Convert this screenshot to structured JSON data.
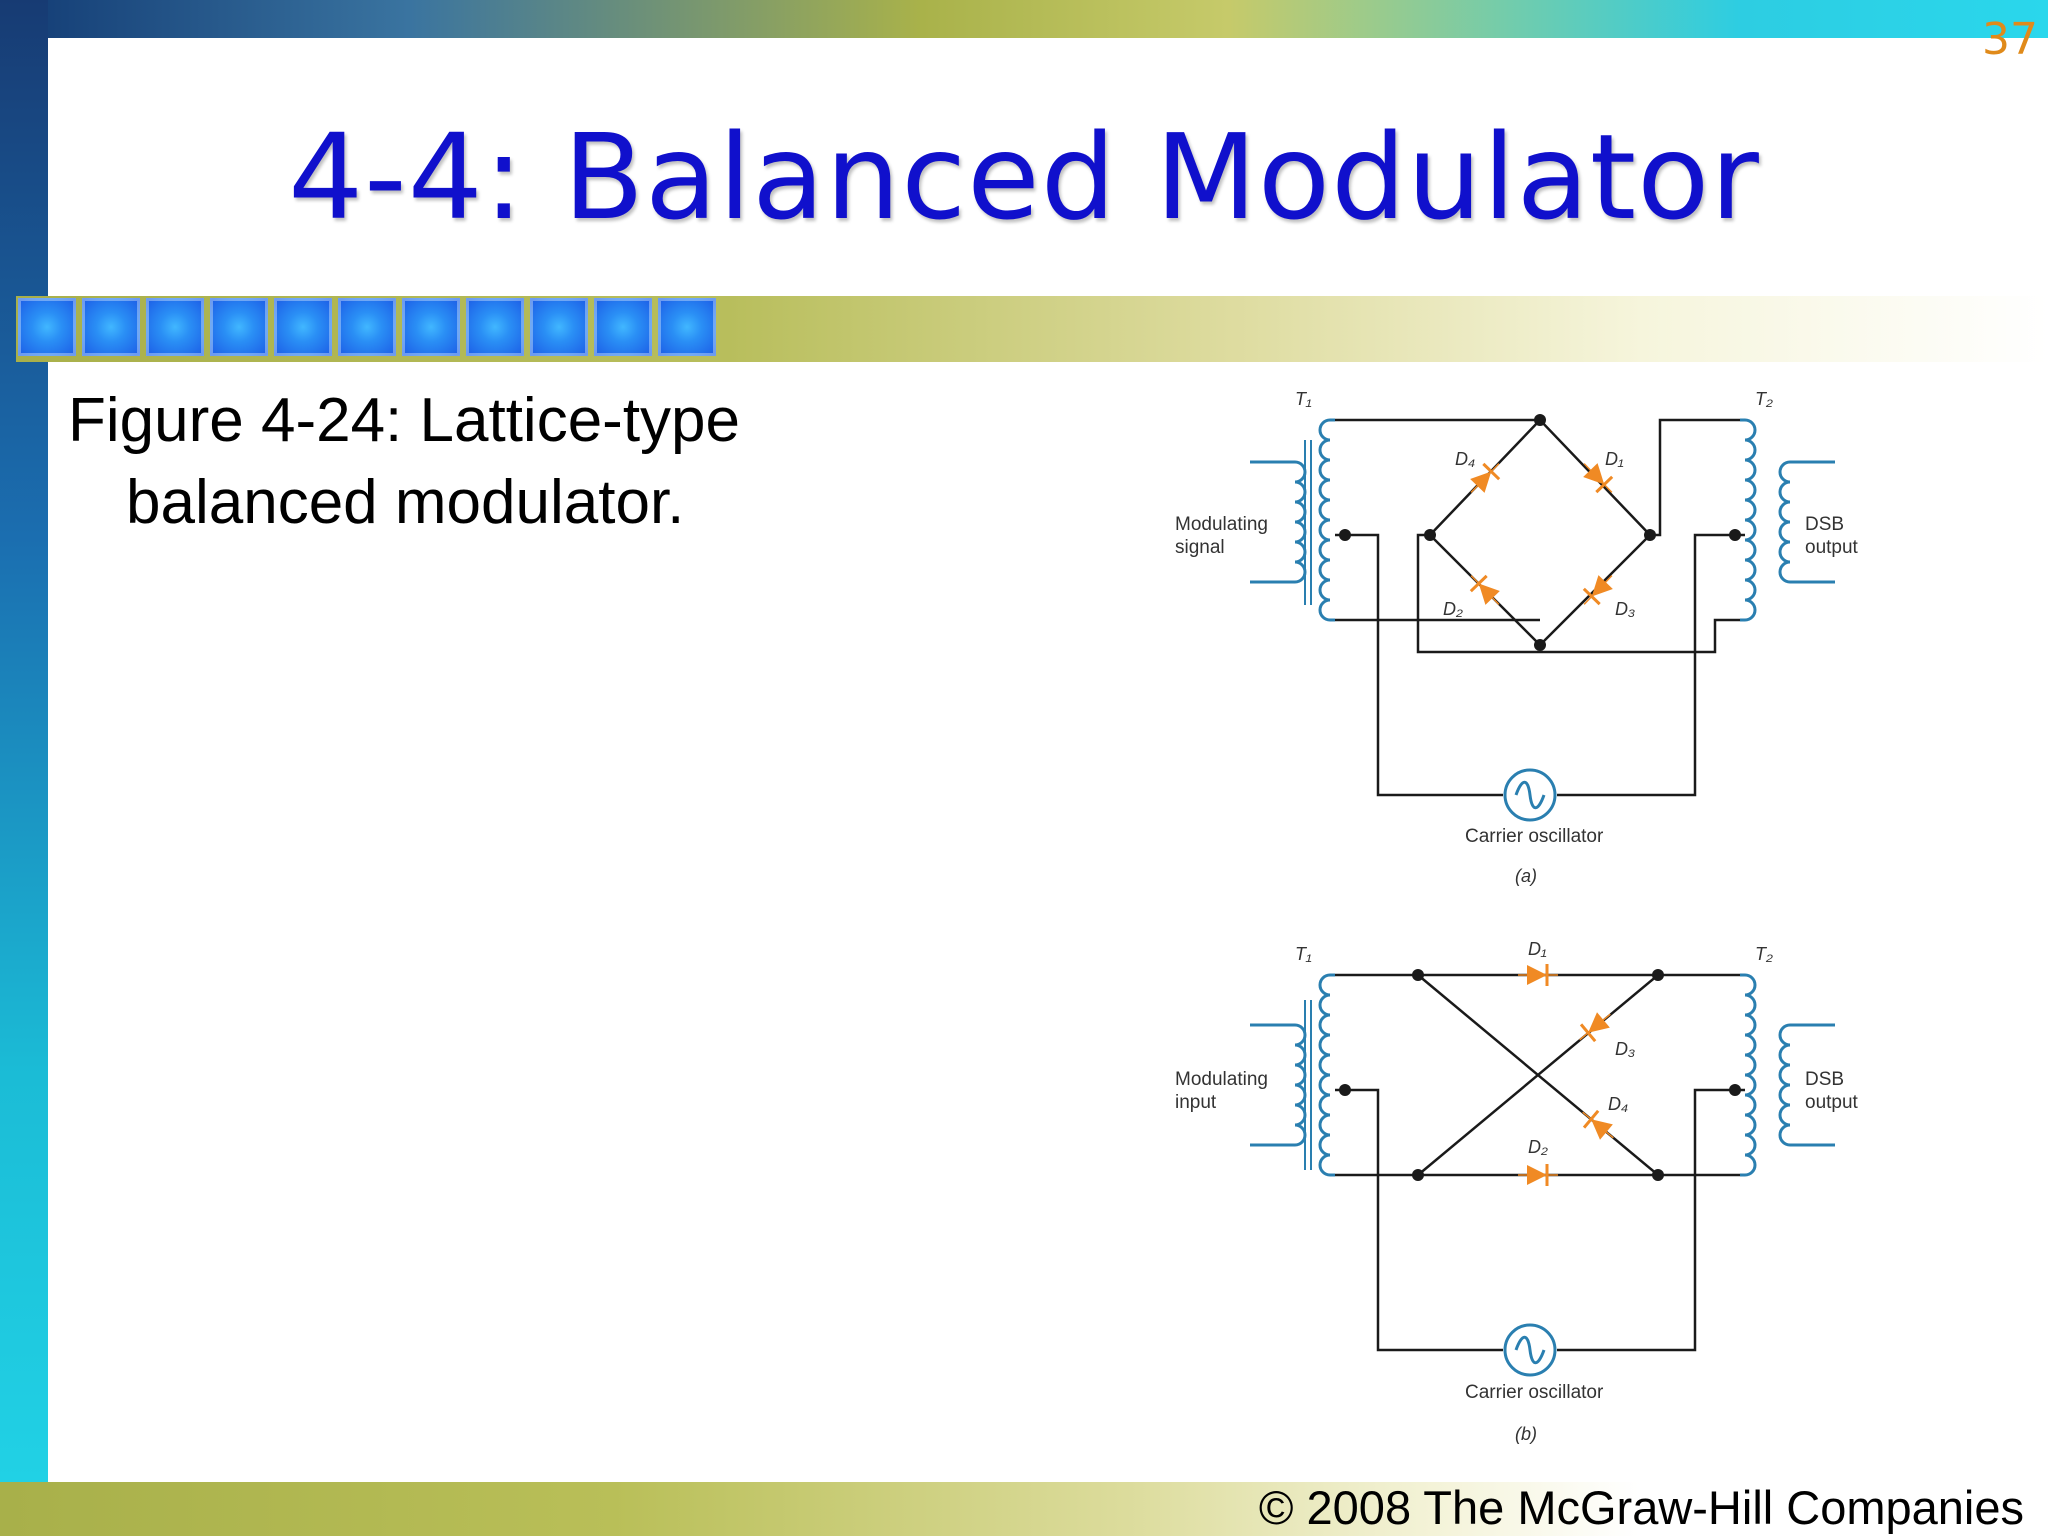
{
  "slide": {
    "page_number": "37",
    "title": "4-4: Balanced Modulator",
    "caption_line1": "Figure 4-24: Lattice-type",
    "caption_line2": "balanced modulator.",
    "copyright": "© 2008 The McGraw-Hill Companies"
  },
  "figure": {
    "part_a": {
      "t1": "T₁",
      "t2": "T₂",
      "d1": "D₁",
      "d2": "D₂",
      "d3": "D₃",
      "d4": "D₄",
      "input_line1": "Modulating",
      "input_line2": "signal",
      "output_line1": "DSB",
      "output_line2": "output",
      "oscillator": "Carrier oscillator",
      "sublabel": "(a)"
    },
    "part_b": {
      "t1": "T₁",
      "t2": "T₂",
      "d1": "D₁",
      "d2": "D₂",
      "d3": "D₃",
      "d4": "D₄",
      "input_line1": "Modulating",
      "input_line2": "input",
      "output_line1": "DSB",
      "output_line2": "output",
      "oscillator": "Carrier oscillator",
      "sublabel": "(b)"
    },
    "colors": {
      "wire": "#1a1a1a",
      "coil": "#2a7fb0",
      "diode": "#f08a24",
      "oscillator": "#2a7fb0"
    }
  }
}
